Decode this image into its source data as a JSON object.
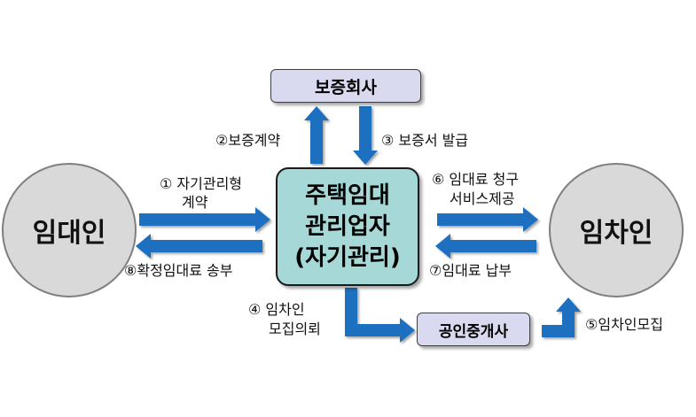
{
  "nodes": {
    "landlord": "임대인",
    "tenant": "임차인",
    "center_lines": [
      "주택임대",
      "관리업자",
      "(자기관리)"
    ],
    "guarantee_company": "보증회사",
    "broker": "공인중개사"
  },
  "edges": {
    "e1_line1": "① 자기관리형",
    "e1_line2": "계약",
    "e2": "②보증계약",
    "e3": "③ 보증서 발급",
    "e4_line1": "④ 임차인",
    "e4_line2": "모집의뢰",
    "e5": "⑤임차인모집",
    "e6_line1": "⑥ 임대료 청구",
    "e6_line2": "서비스제공",
    "e7": "⑦임대료 납부",
    "e8": "⑧확정임대료 송부"
  },
  "colors": {
    "arrow": "#1f6fbf",
    "center_fill": "#a6d8d8",
    "pill_fill": "#d9d9f0",
    "circle_fill": "#d9d9d9"
  }
}
